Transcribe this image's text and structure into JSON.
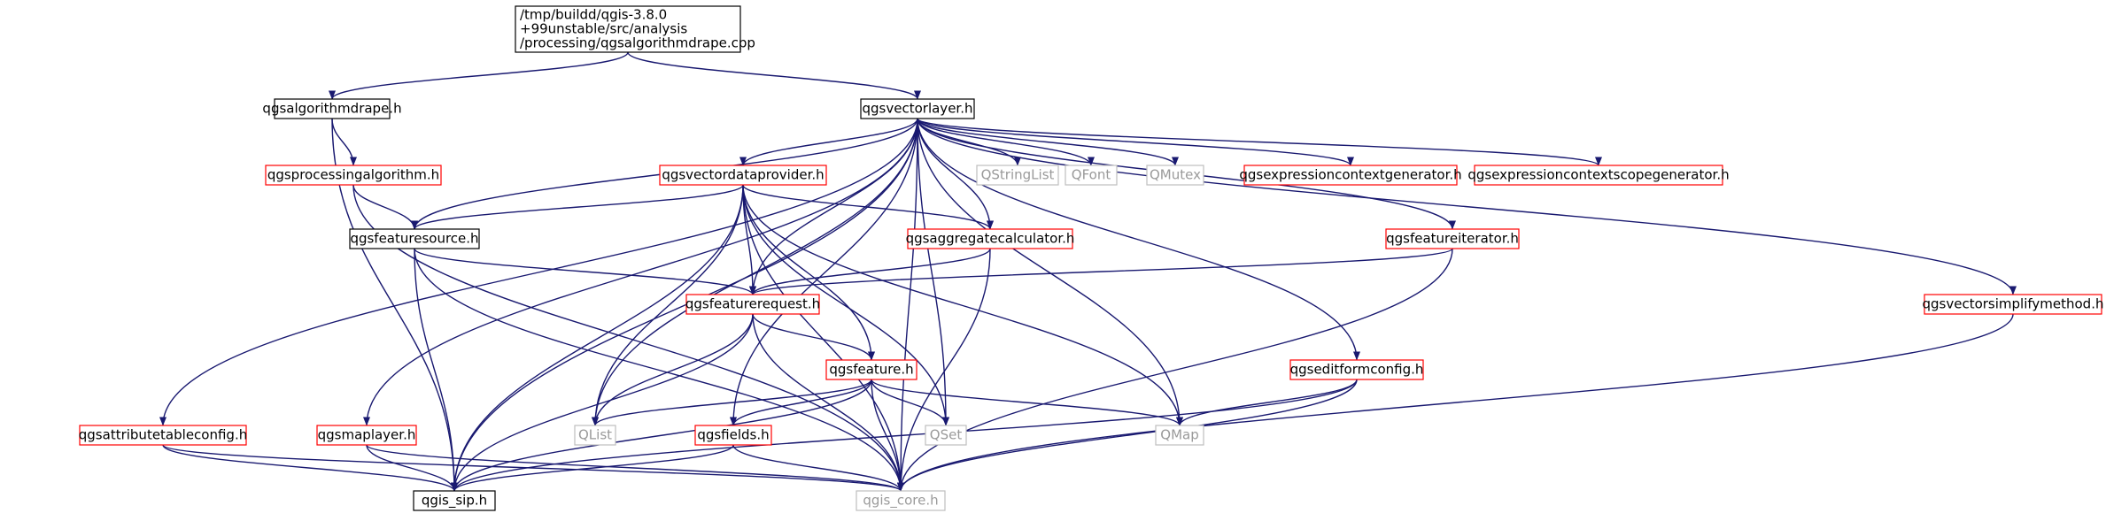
{
  "colors": {
    "edge": "#191970",
    "root_fill": "#bfbfbf",
    "border_black": "#000000",
    "border_red": "#ff0000",
    "border_grey": "#bfbfbf",
    "text_grey": "#9a9a9a"
  },
  "nodes": [
    {
      "id": "root",
      "lines": [
        "/tmp/buildd/qgis-3.8.0",
        "+99unstable/src/analysis",
        "/processing/qgsalgorithmdrape.cpp"
      ],
      "style": "root"
    },
    {
      "id": "qgsalgorithmdrape",
      "lines": [
        "qgsalgorithmdrape.h"
      ],
      "style": "black"
    },
    {
      "id": "qgsvectorlayer",
      "lines": [
        "qgsvectorlayer.h"
      ],
      "style": "black"
    },
    {
      "id": "qgsprocessingalgorithm",
      "lines": [
        "qgsprocessingalgorithm.h"
      ],
      "style": "red"
    },
    {
      "id": "qgsvectordataprovider",
      "lines": [
        "qgsvectordataprovider.h"
      ],
      "style": "red"
    },
    {
      "id": "QStringList",
      "lines": [
        "QStringList"
      ],
      "style": "grey"
    },
    {
      "id": "QFont",
      "lines": [
        "QFont"
      ],
      "style": "grey"
    },
    {
      "id": "QMutex",
      "lines": [
        "QMutex"
      ],
      "style": "grey"
    },
    {
      "id": "qgsexpressioncontextgenerator",
      "lines": [
        "qgsexpressioncontextgenerator.h"
      ],
      "style": "red"
    },
    {
      "id": "qgsexpressioncontextscopegenerator",
      "lines": [
        "qgsexpressioncontextscopegenerator.h"
      ],
      "style": "red"
    },
    {
      "id": "qgsfeaturesource",
      "lines": [
        "qgsfeaturesource.h"
      ],
      "style": "black"
    },
    {
      "id": "qgsaggregatecalculator",
      "lines": [
        "qgsaggregatecalculator.h"
      ],
      "style": "red"
    },
    {
      "id": "qgsfeatureiterator",
      "lines": [
        "qgsfeatureiterator.h"
      ],
      "style": "red"
    },
    {
      "id": "qgsfeaturerequest",
      "lines": [
        "qgsfeaturerequest.h"
      ],
      "style": "red"
    },
    {
      "id": "qgsvectorsimplifymethod",
      "lines": [
        "qgsvectorsimplifymethod.h"
      ],
      "style": "red"
    },
    {
      "id": "qgsfeature",
      "lines": [
        "qgsfeature.h"
      ],
      "style": "red"
    },
    {
      "id": "qgseditformconfig",
      "lines": [
        "qgseditformconfig.h"
      ],
      "style": "red"
    },
    {
      "id": "qgsattributetableconfig",
      "lines": [
        "qgsattributetableconfig.h"
      ],
      "style": "red"
    },
    {
      "id": "qgsmaplayer",
      "lines": [
        "qgsmaplayer.h"
      ],
      "style": "red"
    },
    {
      "id": "QList",
      "lines": [
        "QList"
      ],
      "style": "grey"
    },
    {
      "id": "qgsfields",
      "lines": [
        "qgsfields.h"
      ],
      "style": "red"
    },
    {
      "id": "QSet",
      "lines": [
        "QSet"
      ],
      "style": "grey"
    },
    {
      "id": "QMap",
      "lines": [
        "QMap"
      ],
      "style": "grey"
    },
    {
      "id": "qgis_sip",
      "lines": [
        "qgis_sip.h"
      ],
      "style": "black"
    },
    {
      "id": "qgis_core",
      "lines": [
        "qgis_core.h"
      ],
      "style": "grey"
    }
  ],
  "edges": [
    [
      "root",
      "qgsalgorithmdrape"
    ],
    [
      "root",
      "qgsvectorlayer"
    ],
    [
      "qgsalgorithmdrape",
      "qgsprocessingalgorithm"
    ],
    [
      "qgsalgorithmdrape",
      "qgis_sip"
    ],
    [
      "qgsprocessingalgorithm",
      "qgsfeaturesource"
    ],
    [
      "qgsprocessingalgorithm",
      "qgis_core"
    ],
    [
      "qgsvectorlayer",
      "qgsvectordataprovider"
    ],
    [
      "qgsvectorlayer",
      "QStringList"
    ],
    [
      "qgsvectorlayer",
      "QFont"
    ],
    [
      "qgsvectorlayer",
      "QMutex"
    ],
    [
      "qgsvectorlayer",
      "qgsexpressioncontextgenerator"
    ],
    [
      "qgsvectorlayer",
      "qgsexpressioncontextscopegenerator"
    ],
    [
      "qgsvectorlayer",
      "qgsfeaturesource"
    ],
    [
      "qgsvectorlayer",
      "qgsaggregatecalculator"
    ],
    [
      "qgsvectorlayer",
      "qgsfeatureiterator"
    ],
    [
      "qgsvectorlayer",
      "qgsfeaturerequest"
    ],
    [
      "qgsvectorlayer",
      "qgsvectorsimplifymethod"
    ],
    [
      "qgsvectorlayer",
      "qgseditformconfig"
    ],
    [
      "qgsvectorlayer",
      "qgsattributetableconfig"
    ],
    [
      "qgsvectorlayer",
      "qgsmaplayer"
    ],
    [
      "qgsvectorlayer",
      "QList"
    ],
    [
      "qgsvectorlayer",
      "qgsfields"
    ],
    [
      "qgsvectorlayer",
      "QSet"
    ],
    [
      "qgsvectorlayer",
      "QMap"
    ],
    [
      "qgsvectorlayer",
      "qgis_sip"
    ],
    [
      "qgsvectorlayer",
      "qgis_core"
    ],
    [
      "qgsvectordataprovider",
      "qgsfeaturesource"
    ],
    [
      "qgsvectordataprovider",
      "qgsaggregatecalculator"
    ],
    [
      "qgsvectordataprovider",
      "qgsfeaturerequest"
    ],
    [
      "qgsvectordataprovider",
      "qgsfeature"
    ],
    [
      "qgsvectordataprovider",
      "QList"
    ],
    [
      "qgsvectordataprovider",
      "QSet"
    ],
    [
      "qgsvectordataprovider",
      "QMap"
    ],
    [
      "qgsvectordataprovider",
      "qgis_sip"
    ],
    [
      "qgsvectordataprovider",
      "qgis_core"
    ],
    [
      "qgsfeaturesource",
      "qgsfeaturerequest"
    ],
    [
      "qgsfeaturesource",
      "qgis_sip"
    ],
    [
      "qgsfeaturesource",
      "qgis_core"
    ],
    [
      "qgsaggregatecalculator",
      "qgsfeaturerequest"
    ],
    [
      "qgsaggregatecalculator",
      "qgis_core"
    ],
    [
      "qgsfeatureiterator",
      "qgsfeaturerequest"
    ],
    [
      "qgsfeatureiterator",
      "qgis_core"
    ],
    [
      "qgsfeaturerequest",
      "qgsfeature"
    ],
    [
      "qgsfeaturerequest",
      "QList"
    ],
    [
      "qgsfeaturerequest",
      "qgis_sip"
    ],
    [
      "qgsfeaturerequest",
      "qgis_core"
    ],
    [
      "qgsvectorsimplifymethod",
      "qgis_core"
    ],
    [
      "qgsfeature",
      "QList"
    ],
    [
      "qgsfeature",
      "qgsfields"
    ],
    [
      "qgsfeature",
      "QSet"
    ],
    [
      "qgsfeature",
      "QMap"
    ],
    [
      "qgsfeature",
      "qgis_sip"
    ],
    [
      "qgsfeature",
      "qgis_core"
    ],
    [
      "qgseditformconfig",
      "QMap"
    ],
    [
      "qgseditformconfig",
      "qgis_sip"
    ],
    [
      "qgseditformconfig",
      "qgis_core"
    ],
    [
      "qgsattributetableconfig",
      "qgis_sip"
    ],
    [
      "qgsattributetableconfig",
      "qgis_core"
    ],
    [
      "qgsmaplayer",
      "qgis_sip"
    ],
    [
      "qgsmaplayer",
      "qgis_core"
    ],
    [
      "qgsfields",
      "qgis_sip"
    ],
    [
      "qgsfields",
      "qgis_core"
    ]
  ]
}
